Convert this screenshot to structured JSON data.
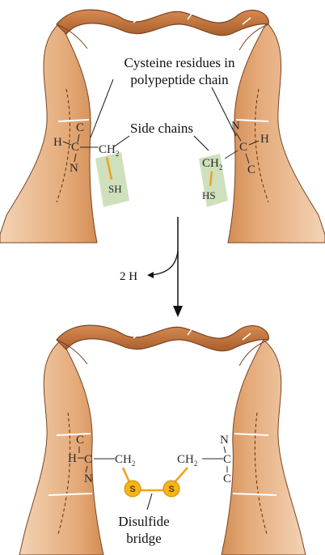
{
  "labels": {
    "cysteine_line1": "Cysteine residues in",
    "cysteine_line2": "polypeptide chain",
    "side_chains": "Side chains",
    "two_h": "2 H",
    "disulfide_line1": "Disulfide",
    "disulfide_line2": "bridge"
  },
  "atoms": {
    "H": "H",
    "C": "C",
    "N": "N",
    "CH": "CH",
    "two": "2",
    "SH": "SH",
    "HS": "HS",
    "S": "S"
  },
  "colors": {
    "chain_fill": "#e9b890",
    "chain_light": "#f6dcc5",
    "ribbon": "#c87a43",
    "ribbon_dark": "#7a4422",
    "sidechain_box": "#cfe0bd",
    "bond_orange": "#f0a020",
    "sulfur": "#f5b417"
  }
}
